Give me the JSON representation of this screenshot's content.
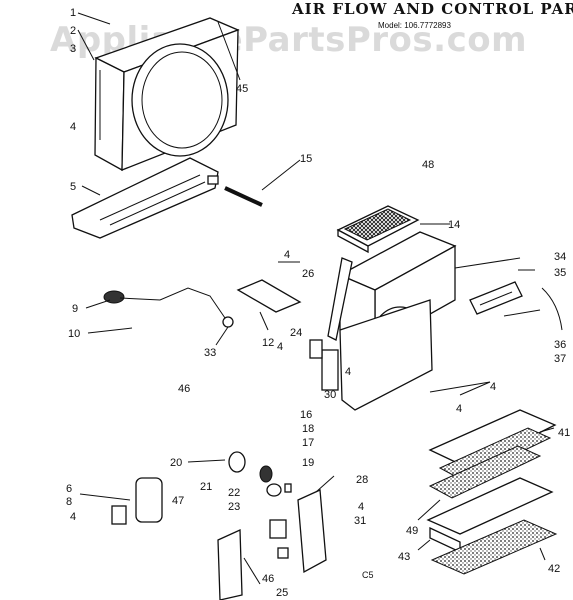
{
  "header": {
    "title": "AIR FLOW AND CONTROL PARTS",
    "model": "Model: 106.7772893",
    "watermark": "AppliancePartsPros.com"
  },
  "footer": {
    "code": "C5"
  },
  "callouts": [
    "1",
    "2",
    "3",
    "4",
    "5",
    "45",
    "15",
    "48",
    "14",
    "34",
    "35",
    "36",
    "37",
    "26",
    "4",
    "4",
    "9",
    "10",
    "12",
    "33",
    "46",
    "24",
    "4",
    "30",
    "4",
    "4",
    "41",
    "16",
    "18",
    "17",
    "19",
    "20",
    "21",
    "28",
    "6",
    "8",
    "47",
    "4",
    "4",
    "31",
    "22",
    "23",
    "46",
    "25",
    "49",
    "43",
    "42"
  ]
}
